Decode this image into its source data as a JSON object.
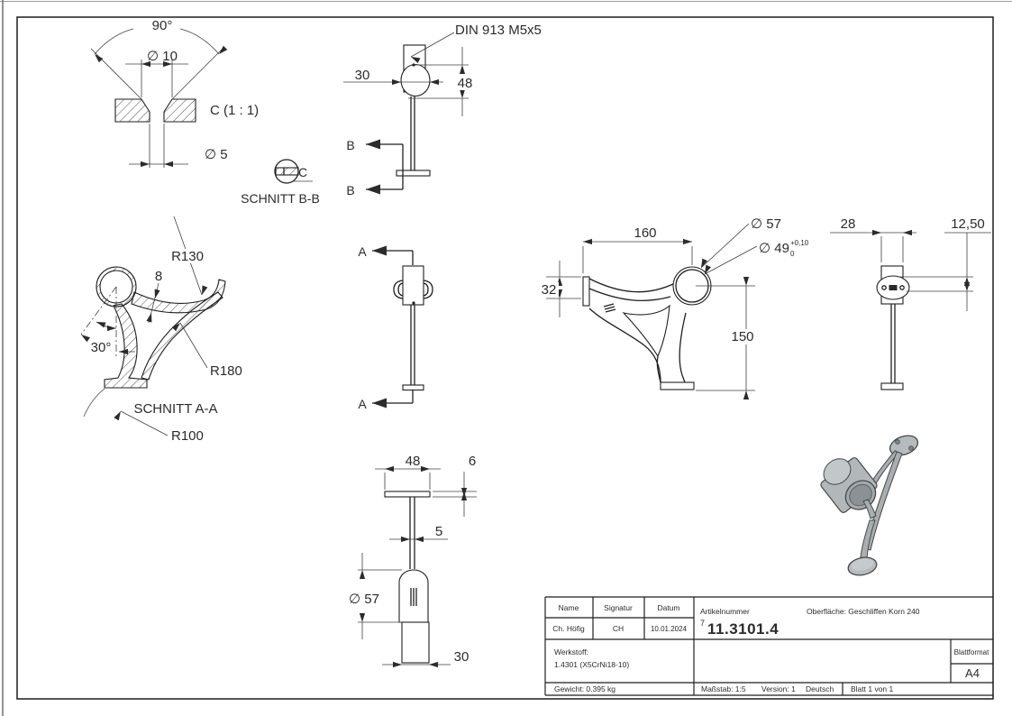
{
  "drawing": {
    "detail_c": {
      "title": "C (1 : 1)",
      "angle": "90°",
      "dia_top": "∅ 10",
      "dia_hole": "∅ 5"
    },
    "section_bb": {
      "title": "SCHNITT B-B",
      "marker": "C"
    },
    "view_b": {
      "callout": "DIN 913 M5x5",
      "width": "30",
      "height": "48",
      "label": "B"
    },
    "section_aa": {
      "title": "SCHNITT A-A",
      "r130": "R130",
      "thickness": "8",
      "angle": "30°",
      "r180": "R180",
      "r100": "R100"
    },
    "view_a": {
      "label": "A"
    },
    "view_main": {
      "length": "160",
      "dia_outer": "∅ 57",
      "dia_inner": "∅ 49",
      "tol_upper": "+0,10",
      "tol_lower": "0",
      "plate_height": "32",
      "height": "150"
    },
    "view_rear": {
      "width": "28",
      "offset": "12,50"
    },
    "view_top": {
      "plate_width": "48",
      "plate_thickness": "6",
      "stem": "5",
      "dia_ring": "∅ 57",
      "collar": "30"
    }
  },
  "title_block": {
    "name_label": "Name",
    "signature_label": "Signatur",
    "date_label": "Datum",
    "name": "Ch. Höfig",
    "signature": "CH",
    "date": "10.01.2024",
    "article_label": "Artikelnummer",
    "article_prefix": "7",
    "article_number": "11.3101.4",
    "surface": "Oberfläche:  Geschliffen Korn 240",
    "material_label": "Werkstoff:",
    "material": "1.4301 (X5CrNi18-10)",
    "sheet_format_label": "Blattformat",
    "sheet_format": "A4",
    "weight": "Gewicht: 0.395 kg",
    "scale": "Maßstab: 1:5",
    "version": "Version: 1",
    "language": "Deutsch",
    "sheet": "Blatt 1 von 1"
  },
  "colors": {
    "line": "#1f1f1f",
    "render_body": "#aeb3b6",
    "render_edge": "#45494c"
  }
}
